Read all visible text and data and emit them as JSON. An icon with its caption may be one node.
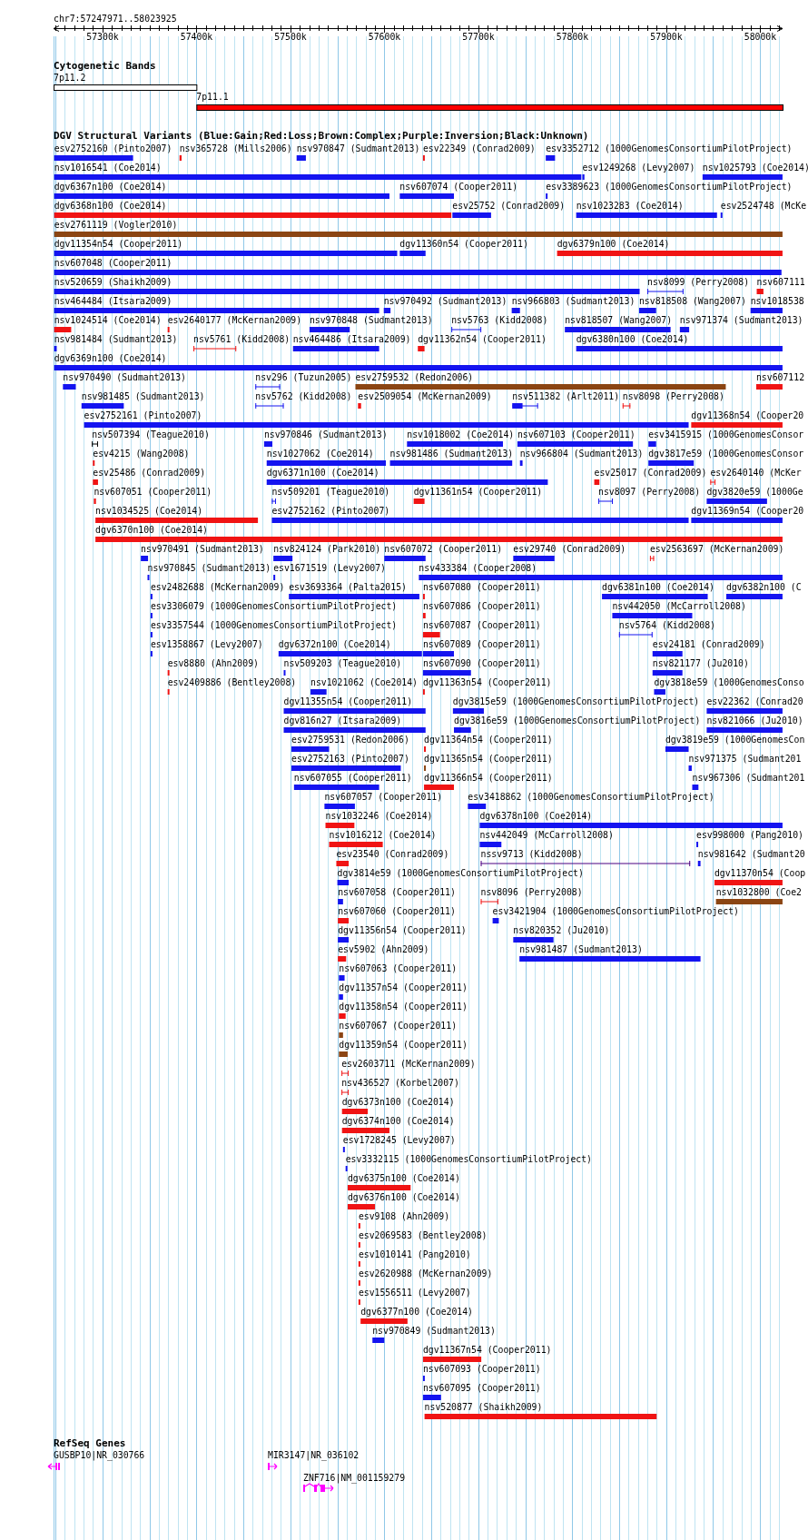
{
  "diagram": {
    "labels": [
      "chr7:57247971..58023925",
      "57300k",
      "57400k",
      "57500k",
      "57600k",
      "57700k",
      "57800k",
      "57900k",
      "58000k",
      "Cytogenetic Bands",
      "7p11.2",
      "7p11.1",
      "DGV Structural Variants (Blue:Gain;Red:Loss;Brown:Complex;Purple:Inversion;Black:Unknown)",
      "esv2752160 (Pinto2007)",
      "nsv365728 (Mills2006)",
      "nsv970847 (Sudmant2013)",
      "esv22349 (Conrad2009)",
      "esv3352712 (1000GenomesConsortiumPilotProject)",
      "nsv1016541 (Coe2014)",
      "esv1249268 (Levy2007)",
      "nsv1025793 (Coe2014)",
      "dgv6367n100 (Coe2014)",
      "nsv607074 (Cooper2011)",
      "esv3389623 (1000GenomesConsortiumPilotProject)",
      "dgv6368n100 (Coe2014)",
      "esv25752 (Conrad2009)",
      "nsv1023283 (Coe2014)",
      "esv2524748 (McKe",
      "esv2761119 (Vogler2010)",
      "dgv11354n54 (Cooper2011)",
      "dgv11360n54 (Cooper2011)",
      "dgv6379n100 (Coe2014)",
      "nsv607048 (Cooper2011)",
      "nsv520659 (Shaikh2009)",
      "nsv8099 (Perry2008)",
      "nsv607111",
      "nsv464484 (Itsara2009)",
      "nsv970492 (Sudmant2013)",
      "nsv966803 (Sudmant2013)",
      "nsv818508 (Wang2007)",
      "nsv1018538",
      "nsv1024514 (Coe2014)",
      "esv2640177 (McKernan2009)",
      "nsv970848 (Sudmant2013)",
      "nsv5763 (Kidd2008)",
      "nsv818507 (Wang2007)",
      "nsv971374 (Sudmant2013)",
      "nsv981484 (Sudmant2013)",
      "nsv5761 (Kidd2008)",
      "nsv464486 (Itsara2009)",
      "dgv11362n54 (Cooper2011)",
      "dgv6380n100 (Coe2014)",
      "dgv6369n100 (Coe2014)",
      "nsv970490 (Sudmant2013)",
      "nsv296 (Tuzun2005)",
      "esv2759532 (Redon2006)",
      "nsv607112",
      "nsv981485 (Sudmant2013)",
      "nsv5762 (Kidd2008)",
      "esv2509054 (McKernan2009)",
      "nsv511382 (Arlt2011)",
      "nsv8098 (Perry2008)",
      "esv2752161 (Pinto2007)",
      "dgv11368n54 (Cooper20",
      "nsv507394 (Teague2010)",
      "nsv970846 (Sudmant2013)",
      "nsv1018002 (Coe2014)",
      "nsv607103 (Cooper2011)",
      "esv3415915 (1000GenomesConsor",
      "esv4215 (Wang2008)",
      "nsv1027062 (Coe2014)",
      "nsv981486 (Sudmant2013)",
      "nsv966804 (Sudmant2013)",
      "dgv3817e59 (1000GenomesConsor",
      "esv25486 (Conrad2009)",
      "dgv6371n100 (Coe2014)",
      "esv25017 (Conrad2009)",
      "esv2640140 (McKer",
      "nsv607051 (Cooper2011)",
      "nsv509201 (Teague2010)",
      "dgv11361n54 (Cooper2011)",
      "nsv8097 (Perry2008)",
      "dgv3820e59 (1000Ge",
      "nsv1034525 (Coe2014)",
      "esv2752162 (Pinto2007)",
      "dgv11369n54 (Cooper20",
      "dgv6370n100 (Coe2014)",
      "nsv970491 (Sudmant2013)",
      "nsv824124 (Park2010)",
      "nsv607072 (Cooper2011)",
      "esv29740 (Conrad2009)",
      "esv2563697 (McKernan2009)",
      "nsv970845 (Sudmant2013)",
      "esv1671519 (Levy2007)",
      "nsv433384 (Cooper2008)",
      "esv2482688 (McKernan2009)",
      "esv3693364 (Palta2015)",
      "nsv607080 (Cooper2011)",
      "dgv6381n100 (Coe2014)",
      "dgv6382n100 (C",
      "esv3306079 (1000GenomesConsortiumPilotProject)",
      "nsv607086 (Cooper2011)",
      "nsv442050 (McCarroll2008)",
      "esv3357544 (1000GenomesConsortiumPilotProject)",
      "nsv607087 (Cooper2011)",
      "nsv5764 (Kidd2008)",
      "esv1358867 (Levy2007)",
      "dgv6372n100 (Coe2014)",
      "nsv607089 (Cooper2011)",
      "esv24181 (Conrad2009)",
      "esv8880 (Ahn2009)",
      "nsv509203 (Teague2010)",
      "nsv607090 (Cooper2011)",
      "nsv821177 (Ju2010)",
      "esv2409886 (Bentley2008)",
      "nsv1021062 (Coe2014)",
      "dgv11363n54 (Cooper2011)",
      "dgv3818e59 (1000GenomesConso",
      "dgv11355n54 (Cooper2011)",
      "dgv3815e59 (1000GenomesConsortiumPilotProject)",
      "esv22362 (Conrad20",
      "dgv816n27 (Itsara2009)",
      "dgv3816e59 (1000GenomesConsortiumPilotProject)",
      "nsv821066 (Ju2010)",
      "esv2759531 (Redon2006)",
      "dgv11364n54 (Cooper2011)",
      "dgv3819e59 (1000GenomesCon",
      "esv2752163 (Pinto2007)",
      "dgv11365n54 (Cooper2011)",
      "nsv971375 (Sudmant201",
      "nsv607055 (Cooper2011)",
      "dgv11366n54 (Cooper2011)",
      "nsv967306 (Sudmant201",
      "nsv607057 (Cooper2011)",
      "esv3418862 (1000GenomesConsortiumPilotProject)",
      "nsv1032246 (Coe2014)",
      "dgv6378n100 (Coe2014)",
      "nsv1016212 (Coe2014)",
      "nsv442049 (McCarroll2008)",
      "esv998000 (Pang2010)",
      "esv23540 (Conrad2009)",
      "nssv9713 (Kidd2008)",
      "nsv981642 (Sudmant20",
      "dgv3814e59 (1000GenomesConsortiumPilotProject)",
      "dgv11370n54 (Coop",
      "nsv607058 (Cooper2011)",
      "nsv8096 (Perry2008)",
      "nsv1032800 (Coe2",
      "nsv607060 (Cooper2011)",
      "esv3421904 (1000GenomesConsortiumPilotProject)",
      "dgv11356n54 (Cooper2011)",
      "nsv820352 (Ju2010)",
      "esv5902 (Ahn2009)",
      "nsv981487 (Sudmant2013)",
      "nsv607063 (Cooper2011)",
      "dgv11357n54 (Cooper2011)",
      "dgv11358n54 (Cooper2011)",
      "nsv607067 (Cooper2011)",
      "dgv11359n54 (Cooper2011)",
      "esv2603711 (McKernan2009)",
      "nsv436527 (Korbel2007)",
      "dgv6373n100 (Coe2014)",
      "dgv6374n100 (Coe2014)",
      "esv1728245 (Levy2007)",
      "esv3332115 (1000GenomesConsortiumPilotProject)",
      "dgv6375n100 (Coe2014)",
      "dgv6376n100 (Coe2014)",
      "esv9108 (Ahn2009)",
      "esv2069583 (Bentley2008)",
      "esv1010141 (Pang2010)",
      "esv2620988 (McKernan2009)",
      "esv1556511 (Levy2007)",
      "dgv6377n100 (Coe2014)",
      "nsv970849 (Sudmant2013)",
      "dgv11367n54 (Cooper2011)",
      "nsv607093 (Cooper2011)",
      "nsv607095 (Cooper2011)",
      "nsv520877 (Shaikh2009)",
      "RefSeq Genes",
      "GUSBP10|NR_030766",
      "MIR3147|NR_036102",
      "ZNF716|NM_001159279"
    ]
  }
}
